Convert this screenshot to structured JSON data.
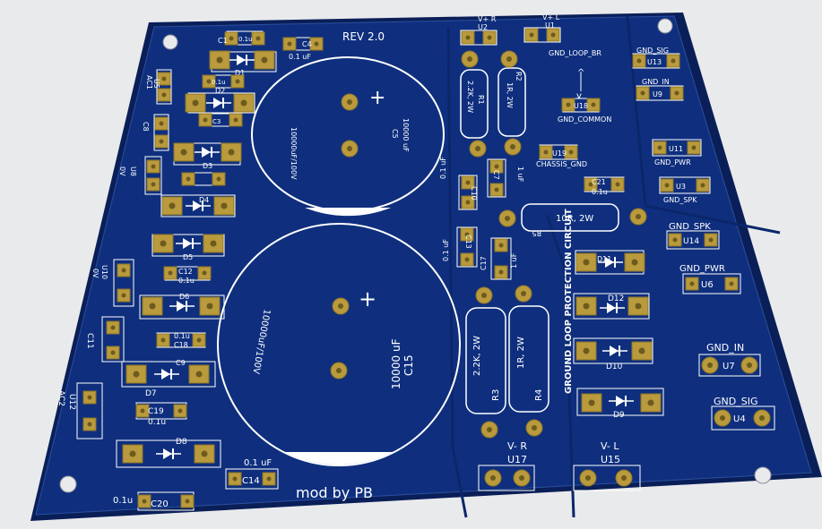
{
  "board": {
    "title": "REV 2.0",
    "credit": "mod by PB",
    "protection_label": "GROUND LOOP PROTECTION CIRCUIT",
    "colors": {
      "background": "#e9eaec",
      "pcb": "#0f2f7e",
      "pcb_edge": "#0a1f58",
      "silk": "#ffffff",
      "pad": "#b99a3c",
      "pad_hole": "#6d5a1f"
    }
  },
  "labels": {
    "c1": "C1",
    "c1v": "0.1u",
    "c4": "C4",
    "c4v": "0.1 uF",
    "d1": "D1",
    "d2": "D2",
    "d3": "D3",
    "d4": "D4",
    "d5": "D5",
    "d6": "D6",
    "d7": "D7",
    "d8": "D8",
    "c2v": "0.1u",
    "c3": "C3",
    "c12": "C12",
    "c12v": "0.1u",
    "c18": "C18",
    "c18v": "0.1u",
    "c19": "C19",
    "c19v": "0.1u",
    "c9": "C9",
    "c20": "C20",
    "c20v": "0.1u",
    "ac1": "AC1",
    "u5": "U5",
    "c8": "C8",
    "v0a": "0V",
    "u8": "U8",
    "v0b": "0V",
    "u10": "U10",
    "c11": "C11",
    "ac2": "AC2",
    "u12": "U12",
    "c5": "C5",
    "c5v": "10000 uF",
    "c5m": "10000uF/100V",
    "c15": "C15",
    "c15v": "10000 uF",
    "c15m": "10000uF/100V",
    "plus": "+",
    "vpr": "V+ R",
    "u2": "U2",
    "vpl": "V+ L",
    "u1": "U1",
    "r1": "R1",
    "r1v": "2.2K, 2W",
    "r2": "R2",
    "r2v": "1R, 2W",
    "gnd_loop_br": "GND_LOOP_BR",
    "u18": "U18",
    "gnd_common": "GND_COMMON",
    "u19": "U19",
    "chassis_gnd": "CHASSIS_GND",
    "c10": "C10",
    "c10v": "0.1 uF",
    "c7": "C7",
    "c7v": "1 uF",
    "c21": "C21",
    "c21v": "0.1u",
    "r5": "R5",
    "r5v": "10R, 2W",
    "c13": "C13",
    "c13v": "0.1 uF",
    "c17": "C17",
    "c17v": "1 uF",
    "d9": "D9",
    "d10": "D10",
    "d11": "D11",
    "d12": "D12",
    "r3": "R3",
    "r3v": "2.2K, 2W",
    "r4": "R4",
    "r4v": "1R, 2W",
    "vmr": "V- R",
    "u17": "U17",
    "vml": "V- L",
    "u15": "U15",
    "c14": "C14",
    "c14v": "0.1 uF",
    "gnd_sig_a": "GND_SIG",
    "u13": "U13",
    "gnd_in_a": "GND_IN",
    "u9": "U9",
    "u11": "U11",
    "gnd_pwr_a": "GND_PWR",
    "u3": "U3",
    "gnd_spk_a": "GND_SPK",
    "gnd_spk_b": "GND_SPK",
    "u14": "U14",
    "gnd_pwr_b": "GND_PWR",
    "u6": "U6",
    "gnd_in_b": "GND_IN",
    "u7": "U7",
    "gnd_sig_b": "GND_SIG",
    "u4": "U4"
  }
}
